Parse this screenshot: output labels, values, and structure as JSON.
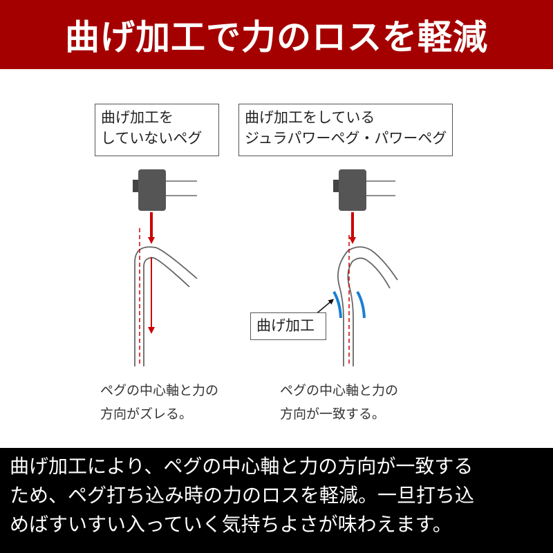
{
  "header": {
    "title": "曲げ加工で力のロスを軽減",
    "background": "#a50000"
  },
  "diagram": {
    "left_label": {
      "line1": "曲げ加工を",
      "line2": "していないペグ"
    },
    "right_label": {
      "line1": "曲げ加工をしている",
      "line2": "ジュラパワーペグ・パワーペグ"
    },
    "bend_label": "曲げ加工",
    "left_caption": {
      "line1": "ペグの中心軸と力の",
      "line2": "方向がズレる。"
    },
    "right_caption": {
      "line1": "ペグの中心軸と力の",
      "line2": "方向が一致する。"
    },
    "colors": {
      "force_arrow": "#cc0000",
      "bend_marker": "#1a7fd4",
      "peg": "#666666",
      "hammer": "#555555"
    }
  },
  "footer": {
    "line1": "曲げ加工により、ペグの中心軸と力の方向が一致する",
    "line2": "ため、ペグ打ち込み時の力のロスを軽減。一旦打ち込",
    "line3": "めばすいすい入っていく気持ちよさが味わえます。",
    "background": "#000000"
  }
}
